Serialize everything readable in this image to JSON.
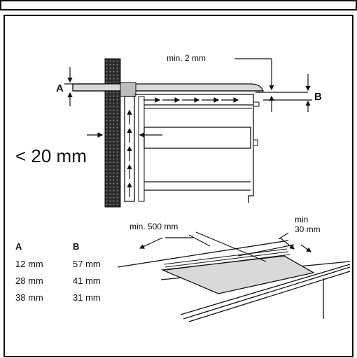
{
  "side_view": {
    "label_A": "A",
    "label_B": "B",
    "min_gap_top": "min. 2 mm",
    "wall_gap": "< 20 mm"
  },
  "top_view": {
    "depth_label": "min. 500 mm",
    "edge_label_line1": "min",
    "edge_label_line2": "30 mm"
  },
  "spec_table": {
    "headers": [
      "A",
      "B"
    ],
    "rows": [
      [
        "12 mm",
        "57 mm"
      ],
      [
        "28 mm",
        "41 mm"
      ],
      [
        "38 mm",
        "31 mm"
      ]
    ]
  },
  "colors": {
    "ink": "#111111",
    "panel_shade": "#cfcfcf",
    "hob_shade": "#d9d9d9",
    "wall_hatch": "#2a2a2a"
  }
}
